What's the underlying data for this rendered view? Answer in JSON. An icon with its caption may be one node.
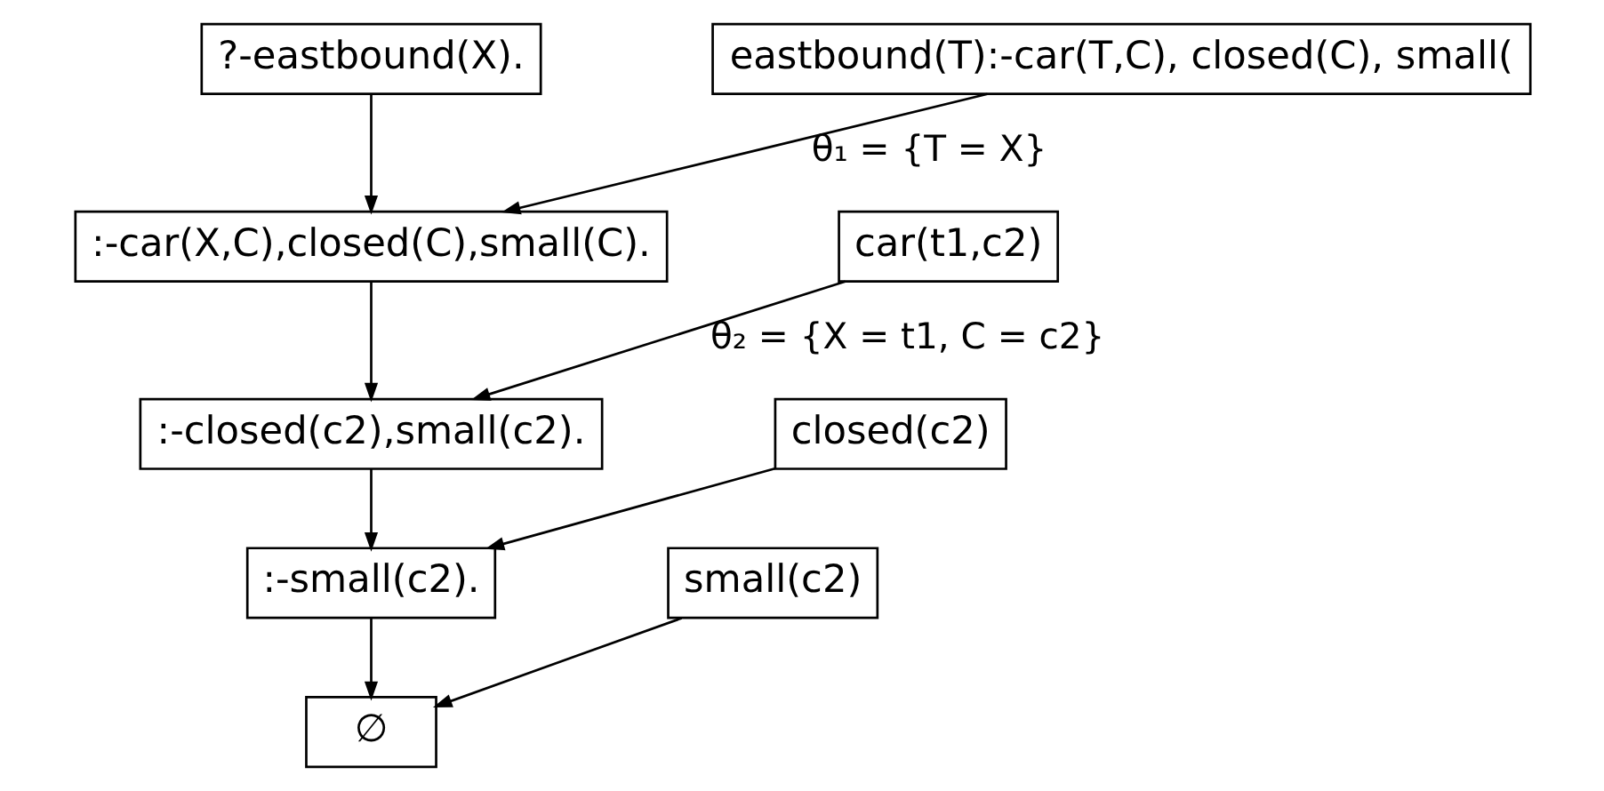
{
  "diagram": {
    "nodes": [
      {
        "text": [
          "?-eastbound(X)."
        ]
      },
      {
        "text": [
          "eastbound(T):-car(T,C), closed(C), small("
        ]
      },
      {
        "text": [
          ":-car(X,C),closed(C),small(C)."
        ]
      },
      {
        "text": [
          "car(t1,c2)"
        ]
      },
      {
        "text": [
          ":-closed(c2),small(c2)."
        ]
      },
      {
        "text": [
          "closed(c2)"
        ]
      },
      {
        "text": [
          ":-small(c2)."
        ]
      },
      {
        "text": [
          "small(c2)"
        ]
      },
      {
        "text": [
          "∅"
        ]
      }
    ],
    "edges": [
      {
        "from": 0,
        "to": 2,
        "arrow": "to"
      },
      {
        "from": 1,
        "to": 2,
        "arrow": "to",
        "label": "θ₁ = {T = X}"
      },
      {
        "from": 2,
        "to": 4,
        "arrow": "to"
      },
      {
        "from": 3,
        "to": 4,
        "arrow": "to",
        "label": "θ₂ = {X = t1, C = c2}"
      },
      {
        "from": 4,
        "to": 6,
        "arrow": "to"
      },
      {
        "from": 5,
        "to": 6,
        "arrow": "to"
      },
      {
        "from": 6,
        "to": 8,
        "arrow": "to"
      },
      {
        "from": 7,
        "to": 8,
        "arrow": "to"
      }
    ]
  }
}
